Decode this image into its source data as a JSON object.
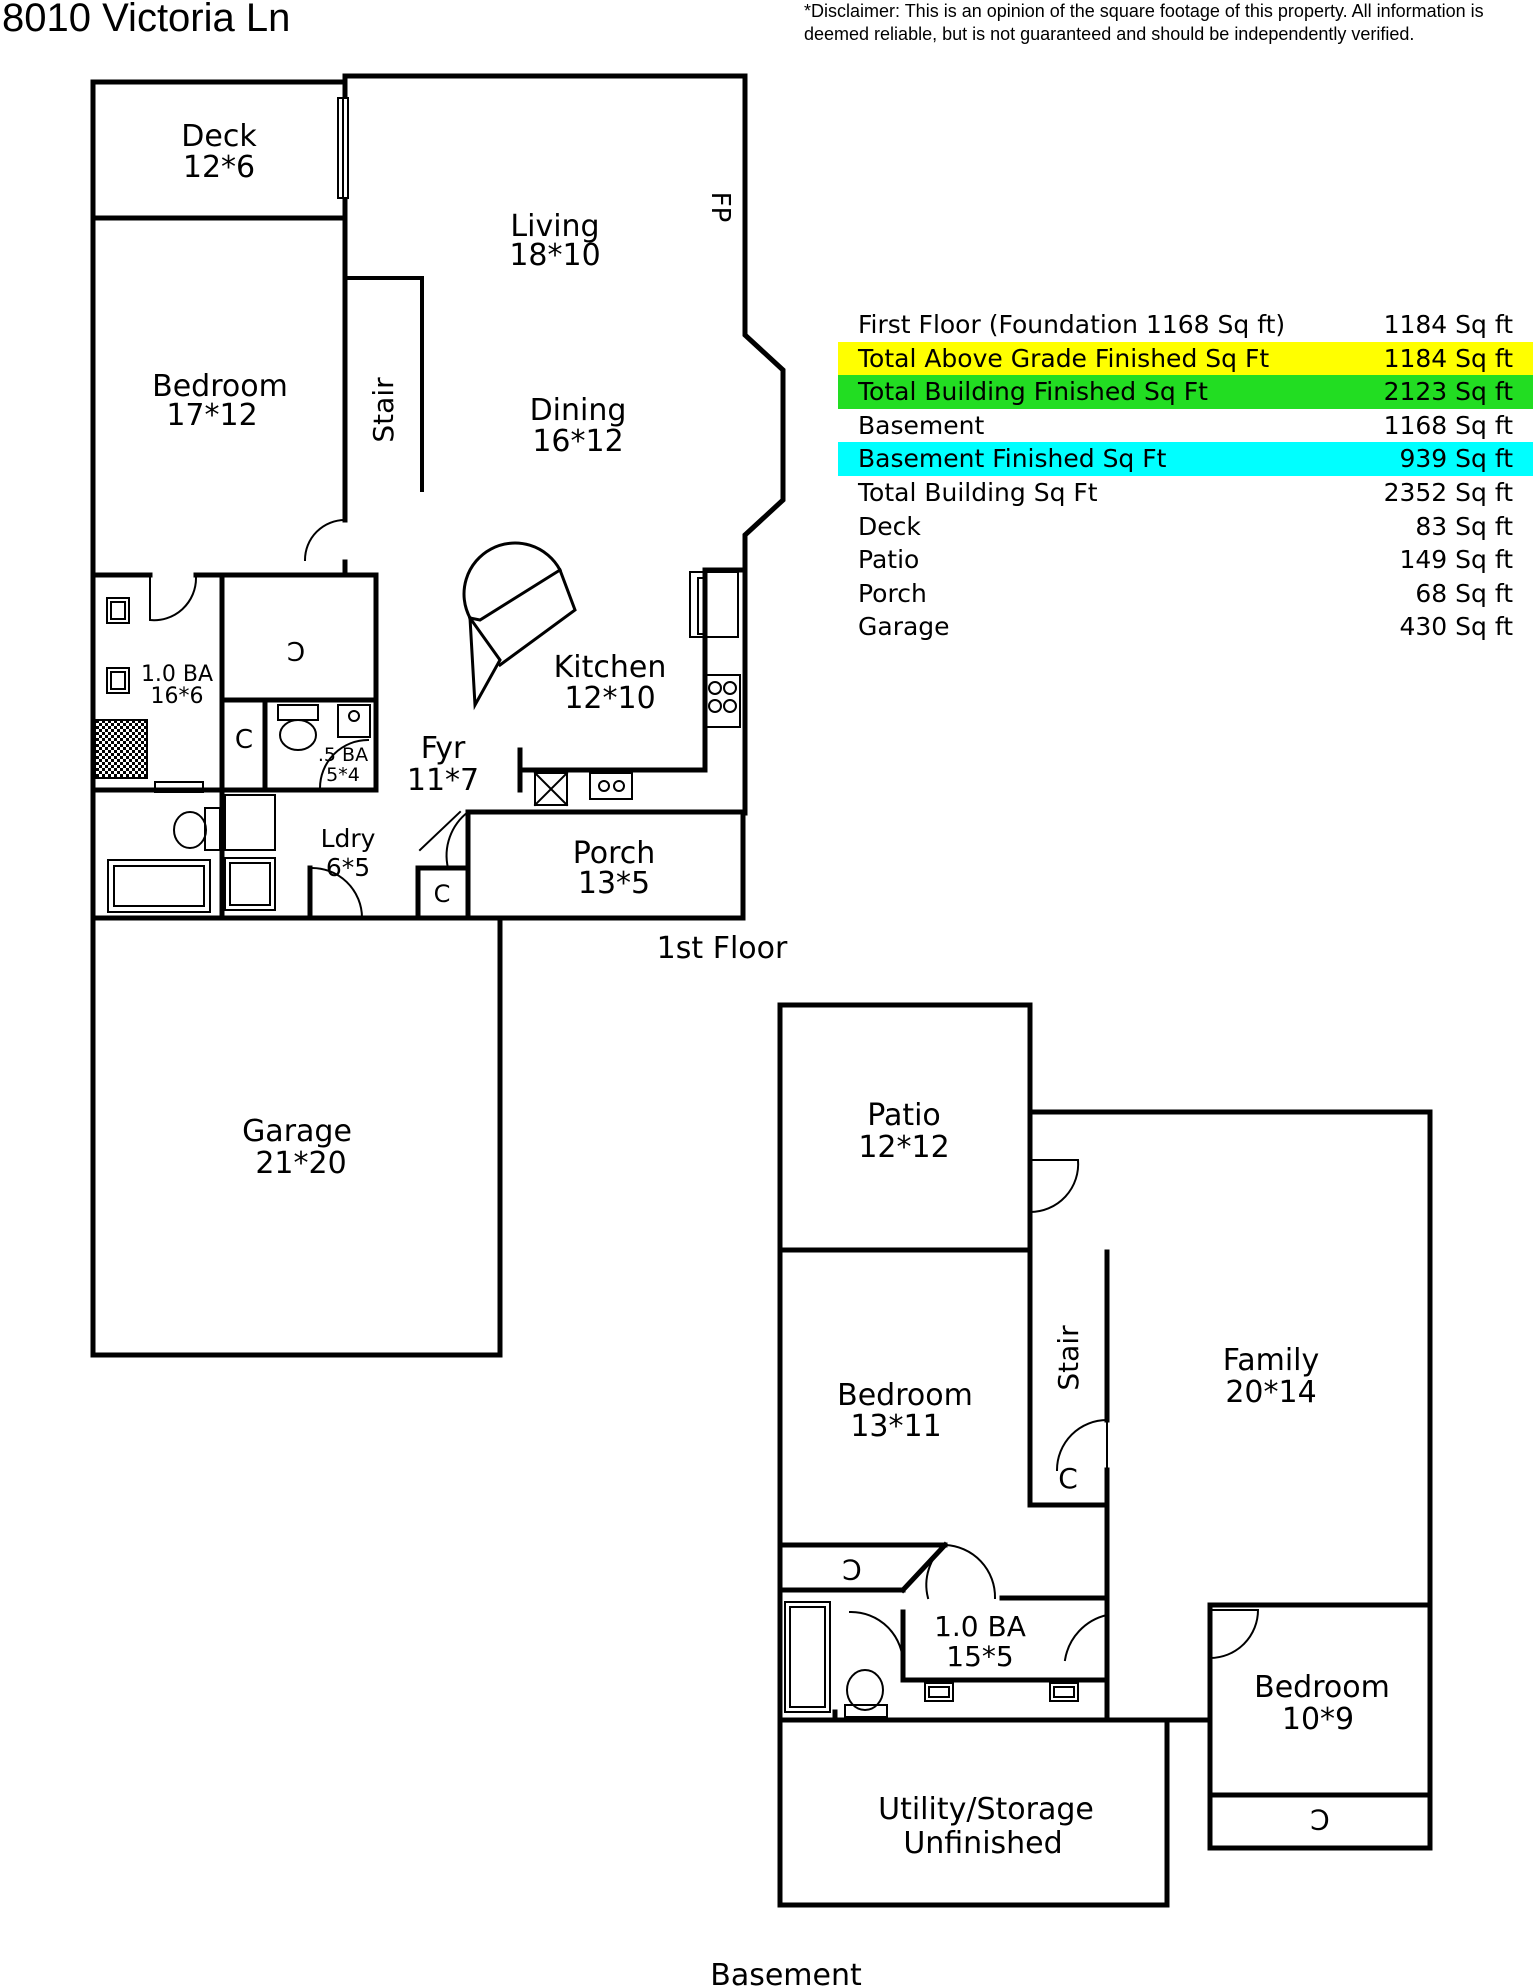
{
  "header": {
    "address": "8010 Victoria Ln",
    "disclaimer": "*Disclaimer: This is an opinion of the square footage of this property. All information is deemed reliable, but is not guaranteed and should be independently verified."
  },
  "first_floor": {
    "label": "1st Floor",
    "rooms": {
      "deck": {
        "name": "Deck",
        "size": "12*6"
      },
      "living": {
        "name": "Living",
        "size": "18*10"
      },
      "fp": "FP",
      "bedroom": {
        "name": "Bedroom",
        "size": "17*12"
      },
      "stair": "Stair",
      "dining": {
        "name": "Dining",
        "size": "16*12"
      },
      "bath_full": {
        "name": "1.0 BA",
        "size": "16*6"
      },
      "kitchen": {
        "name": "Kitchen",
        "size": "12*10"
      },
      "closet": "C",
      "half_bath": {
        "name": ".5 BA",
        "size": "5*4"
      },
      "foyer": {
        "name": "Fyr",
        "size": "11*7"
      },
      "laundry": {
        "name": "Ldry",
        "size": "6*5"
      },
      "porch": {
        "name": "Porch",
        "size": "13*5"
      },
      "garage": {
        "name": "Garage",
        "size": "21*20"
      }
    }
  },
  "basement": {
    "label": "Basement",
    "rooms": {
      "patio": {
        "name": "Patio",
        "size": "12*12"
      },
      "family": {
        "name": "Family",
        "size": "20*14"
      },
      "stair": "Stair",
      "bedroom1": {
        "name": "Bedroom",
        "size": "13*11"
      },
      "closet": "C",
      "bath": {
        "name": "1.0 BA",
        "size": "15*5"
      },
      "bedroom2": {
        "name": "Bedroom",
        "size": "10*9"
      },
      "utility": {
        "name": "Utility/Storage",
        "status": "Unfinished"
      }
    }
  },
  "summary": [
    {
      "label": "First Floor  (Foundation 1168 Sq ft)",
      "value": "1184 Sq ft",
      "highlight": ""
    },
    {
      "label": "Total Above Grade Finished Sq Ft",
      "value": "1184 Sq ft",
      "highlight": "#ffff00"
    },
    {
      "label": "Total Building Finished Sq Ft",
      "value": "2123 Sq ft",
      "highlight": "#22dd22"
    },
    {
      "label": "Basement",
      "value": "1168 Sq ft",
      "highlight": ""
    },
    {
      "label": "Basement Finished Sq Ft",
      "value": "939 Sq ft",
      "highlight": "#00ffff"
    },
    {
      "label": "Total Building Sq Ft",
      "value": "2352 Sq ft",
      "highlight": ""
    },
    {
      "label": "Deck",
      "value": "83 Sq ft",
      "highlight": ""
    },
    {
      "label": "Patio",
      "value": "149 Sq ft",
      "highlight": ""
    },
    {
      "label": "Porch",
      "value": "68 Sq ft",
      "highlight": ""
    },
    {
      "label": "Garage",
      "value": "430 Sq ft",
      "highlight": ""
    }
  ]
}
